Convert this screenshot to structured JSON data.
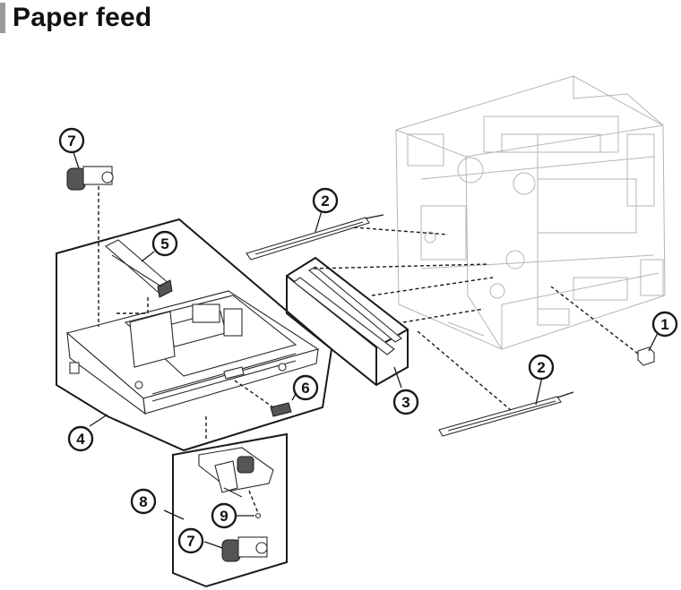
{
  "title": "Paper feed",
  "callouts": {
    "c1": "1",
    "c2a": "2",
    "c2b": "2",
    "c3": "3",
    "c4": "4",
    "c5": "5",
    "c6": "6",
    "c7a": "7",
    "c7b": "7",
    "c8": "8",
    "c9": "9"
  },
  "colors": {
    "accent_bar": "#9a9a9a",
    "line": "#1a1a1a",
    "printer_frame": "#b5b5b5"
  }
}
